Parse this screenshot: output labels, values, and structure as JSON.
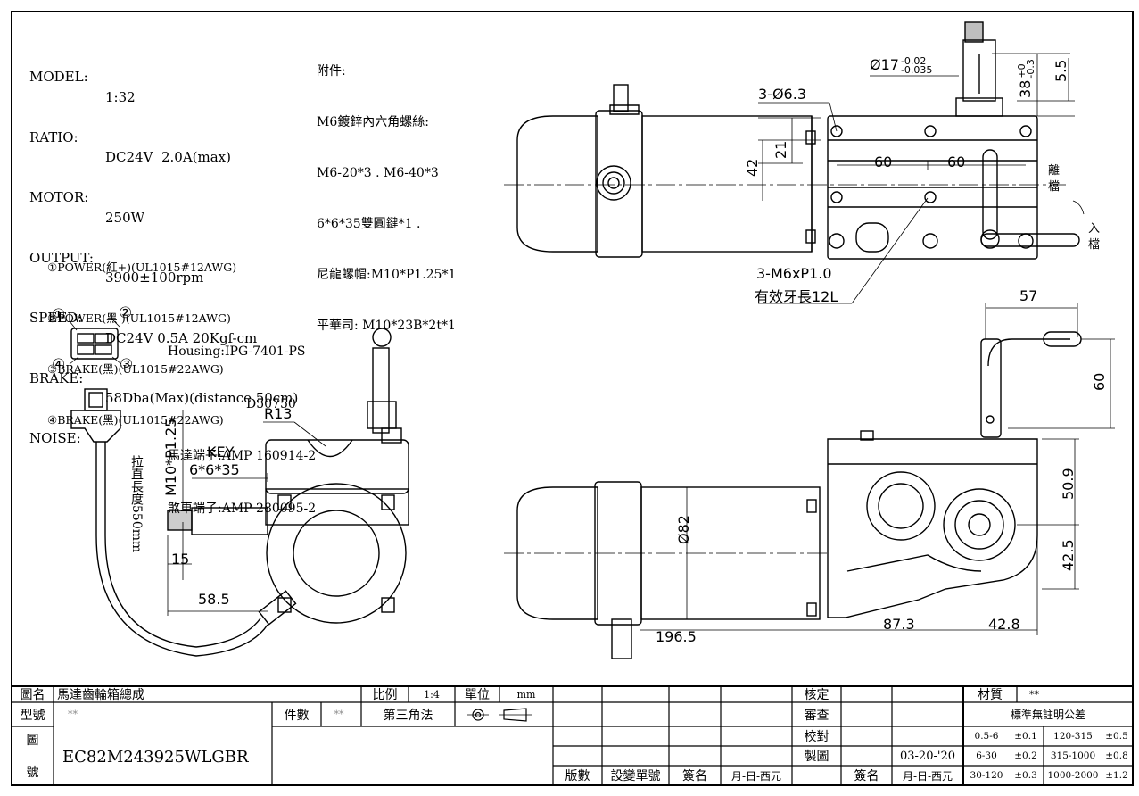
{
  "specs": {
    "model_label": "MODEL:",
    "ratio_label": "RATIO:",
    "ratio_value": "1:32",
    "motor_label": "MOTOR:",
    "motor_value": "DC24V  2.0A(max)",
    "output_label": "OUTPUT:",
    "output_value": "250W",
    "speed_label": "SPEED:",
    "speed_value": "3900±100rpm",
    "brake_label": "BRAKE:",
    "brake_value": "DC24V 0.5A 20Kgf-cm",
    "noise_label": "NOISE:",
    "noise_value": "58Dba(Max)(distance 50cm)"
  },
  "accessories": {
    "title": "附件:",
    "line1": "M6鍍鋅內六角螺絲:",
    "line2": "M6-20*3 . M6-40*3",
    "line3": "6*6*35雙圓鍵*1 .",
    "line4": "尼龍螺帽:M10*P1.25*1",
    "line5": "平華司: M10*23B*2t*1"
  },
  "wires": [
    "①POWER(紅+)(UL1015#12AWG)",
    "②POWER(黑-)(UL1015#12AWG)",
    "③BRAKE(黑)(UL1015#22AWG)",
    "④BRAKE(黑)(UL1015#22AWG)"
  ],
  "connector": {
    "pin1": "①",
    "pin2": "②",
    "pin3": "③",
    "pin4": "④",
    "housing": "Housing:IPG-7401-PS",
    "housing2": "D50750",
    "motor_terminal": "馬達端子:AMP 160914-2",
    "brake_terminal": "煞車端子:AMP 280095-2",
    "cable_length": "拉直長度550mm"
  },
  "dimensions": {
    "shaft_dia": "Ø17",
    "shaft_tol_upper": "-0.02",
    "shaft_tol_lower": "-0.035",
    "d38": "38",
    "d38_tol_upper": "+0",
    "d38_tol_lower": "-0.3",
    "d55": "5.5",
    "holes": "3-Ø6.3",
    "d21": "21",
    "d42": "42",
    "d60a": "60",
    "d60b": "60",
    "release": "離\n檔",
    "engage": "入\n檔",
    "thread_note1": "3-M6xP1.0",
    "thread_note2": "有效牙長12L",
    "d57": "57",
    "d60v": "60",
    "d509": "50.9",
    "d425": "42.5",
    "d82": "Ø82",
    "d1965": "196.5",
    "d873": "87.3",
    "d428": "42.8",
    "r13": "R13",
    "key": "KEY",
    "key_size": "6*6*35",
    "thread": "M10*P1.25",
    "d15": "15",
    "d585": "58.5"
  },
  "title_block": {
    "drawing_name_label": "圖名",
    "drawing_name": "馬達齒輪箱總成",
    "scale_label": "比例",
    "scale": "1:4",
    "unit_label": "單位",
    "unit": "mm",
    "model_no_label": "型號",
    "model_no": "**",
    "qty_label": "件數",
    "qty": "**",
    "projection": "第三角法",
    "drawing_no_label1": "圖",
    "drawing_no_label2": "號",
    "drawing_no": "EC82M243925WLGBR",
    "approved": "核定",
    "reviewed": "審查",
    "checked": "校對",
    "drawn": "製圖",
    "date": "03-20-'20",
    "version": "版數",
    "change_no": "設變單號",
    "sign": "簽名",
    "date_label": "月-日-西元",
    "sign2": "簽名",
    "date_label2": "月-日-西元",
    "material_label": "材質",
    "material": "**",
    "tolerance_title": "標準無註明公差",
    "tol": [
      [
        "0.5-6",
        "±0.1",
        "120-315",
        "±0.5"
      ],
      [
        "6-30",
        "±0.2",
        "315-1000",
        "±0.8"
      ],
      [
        "30-120",
        "±0.3",
        "1000-2000",
        "±1.2"
      ]
    ]
  }
}
